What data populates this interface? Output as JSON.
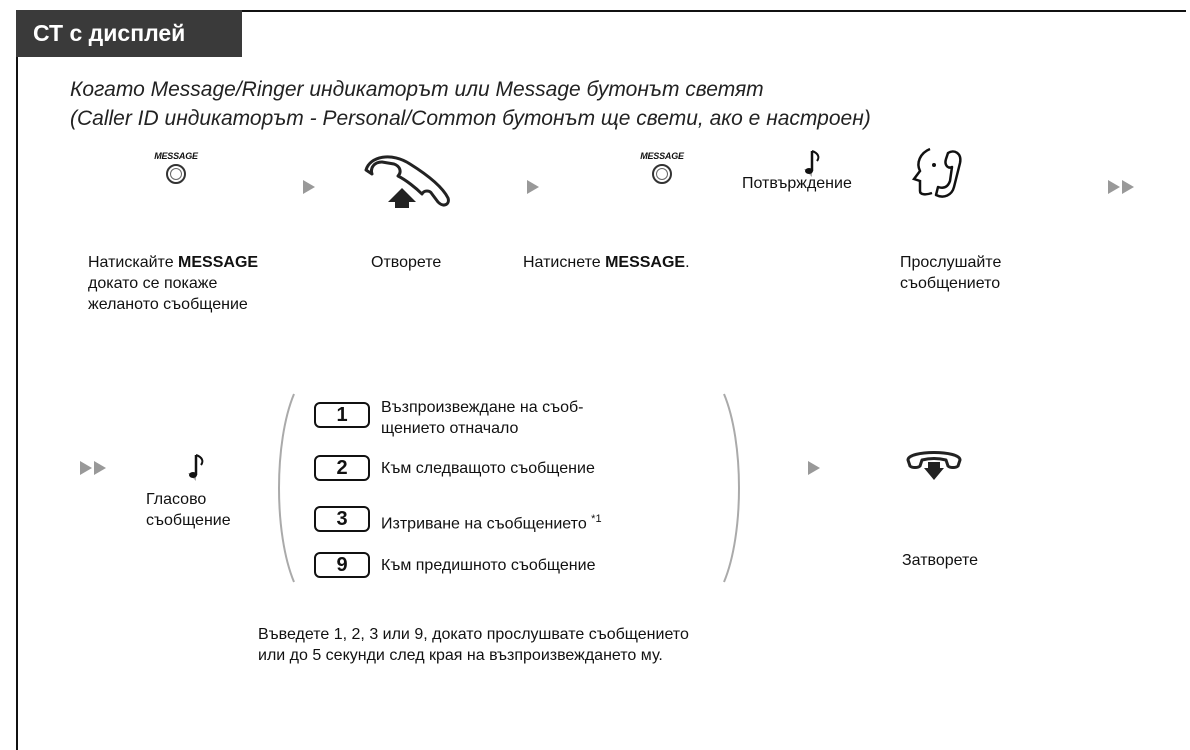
{
  "header": {
    "title": "СТ с дисплей"
  },
  "condition": {
    "line1": "Когато Message/Ringer индикаторът или Message бутонът светят",
    "line2": "(Caller ID индикаторът - Personal/Common бутонът ще свети, ако е настроен)"
  },
  "row1": {
    "message_icon_label": "MESSAGE",
    "step1": {
      "pre": "Натискайте ",
      "bold": "MESSAGE",
      "line2": "докато се покаже",
      "line3": "желаното съобщение"
    },
    "step2": {
      "text": "Отворете"
    },
    "step3": {
      "pre": "Натиснете ",
      "bold": "MESSAGE",
      "post": "."
    },
    "tone_label": "Потвърждение",
    "step5": {
      "line1": "Прослушайте",
      "line2": "съобщението"
    }
  },
  "row2": {
    "tone": {
      "line1": "Гласово",
      "line2": "съобщение"
    },
    "options": [
      {
        "key": "1",
        "line1": "Възпроизвеждане на съоб-",
        "line2": "щението отначало"
      },
      {
        "key": "2",
        "line1": "Към следващото съобщение",
        "line2": ""
      },
      {
        "key": "3",
        "line1": "Изтриване на съобщението",
        "line2": "",
        "note": "*1"
      },
      {
        "key": "9",
        "line1": "Към предишното съобщение",
        "line2": ""
      }
    ],
    "hangup": "Затворете",
    "footnote_line1": "Въведете 1, 2, 3 или 9, докато прослушвате съобщението",
    "footnote_line2": "или до 5 секунди след края на възпроизвеждането му."
  }
}
